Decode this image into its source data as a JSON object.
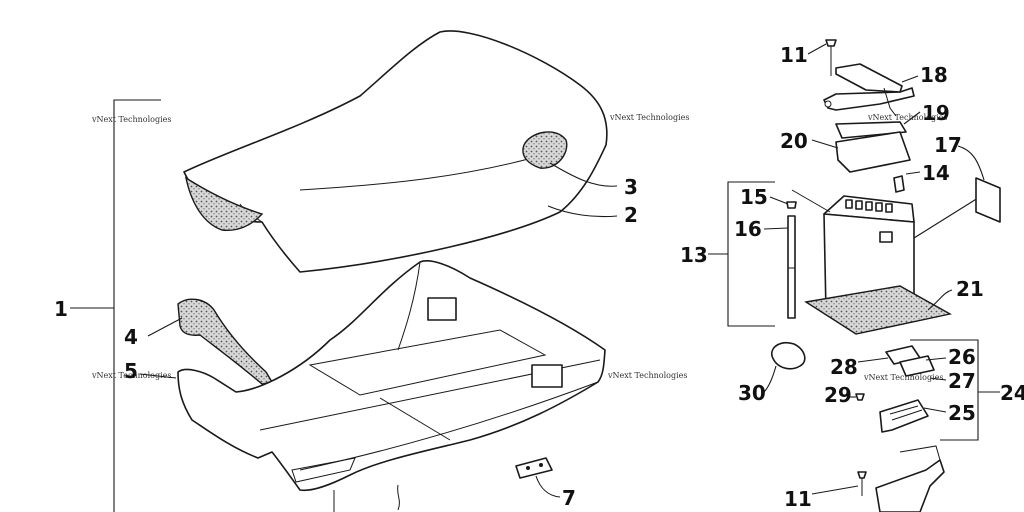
{
  "watermark": "vNext Technologies",
  "callouts": {
    "c1": "1",
    "c2": "2",
    "c3": "3",
    "c4": "4",
    "c5": "5",
    "c7": "7",
    "c11a": "11",
    "c11b": "11",
    "c13": "13",
    "c14": "14",
    "c15": "15",
    "c16": "16",
    "c17": "17",
    "c18": "18",
    "c19": "19",
    "c20": "20",
    "c21": "21",
    "c24": "24",
    "c25": "25",
    "c26": "26",
    "c27": "27",
    "c28": "28",
    "c29": "29",
    "c30": "30"
  },
  "colors": {
    "line": "#1a1a1a",
    "text": "#111111",
    "background": "#ffffff"
  }
}
